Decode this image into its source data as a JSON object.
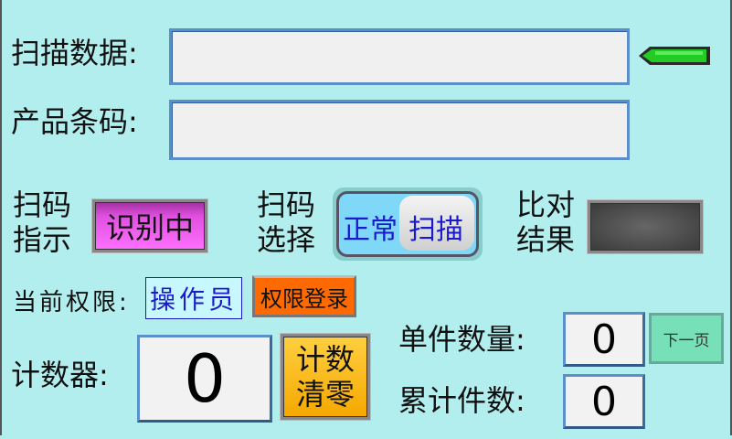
{
  "scan_data": {
    "label": "扫描数据:",
    "value": ""
  },
  "barcode": {
    "label": "产品条码:",
    "value": ""
  },
  "scan_indicator": {
    "label_line1": "扫码",
    "label_line2": "指示",
    "status": "识别中",
    "color": "#e050e0"
  },
  "scan_select": {
    "label_line1": "扫码",
    "label_line2": "选择",
    "left_text": "正常",
    "right_text": "扫描"
  },
  "compare": {
    "label_line1": "比对",
    "label_line2": "结果",
    "color": "#4a4a4a"
  },
  "permission": {
    "label": "当前权限:",
    "value": "操作员",
    "login_button": "权限登录"
  },
  "counter": {
    "label": "计数器:",
    "value": "0",
    "clear_line1": "计数",
    "clear_line2": "清零"
  },
  "unit_qty": {
    "label": "单件数量:",
    "value": "0"
  },
  "total_qty": {
    "label": "累计件数:",
    "value": "0"
  },
  "next_page": "下一页",
  "indicator_led": {
    "color": "#22cc22"
  }
}
